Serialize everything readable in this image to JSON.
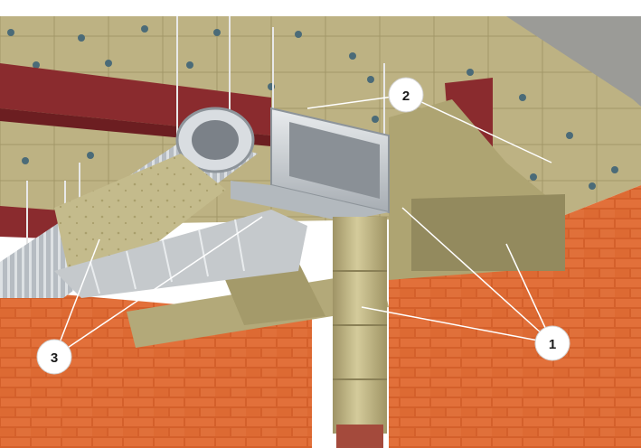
{
  "callouts": [
    {
      "label": "1"
    },
    {
      "label": "2"
    },
    {
      "label": "3"
    }
  ],
  "colors": {
    "insulation": "#b8ad7e",
    "insulation_dark": "#938a5e",
    "steel_beam": "#8a2b2e",
    "brick": "#d9652f",
    "metal": "#c9ced3",
    "concrete": "#9b9b97"
  },
  "icons": [
    "insulation-board",
    "steel-i-beam",
    "rectangular-duct",
    "flexible-duct",
    "insulated-pipe",
    "brick-wall"
  ]
}
